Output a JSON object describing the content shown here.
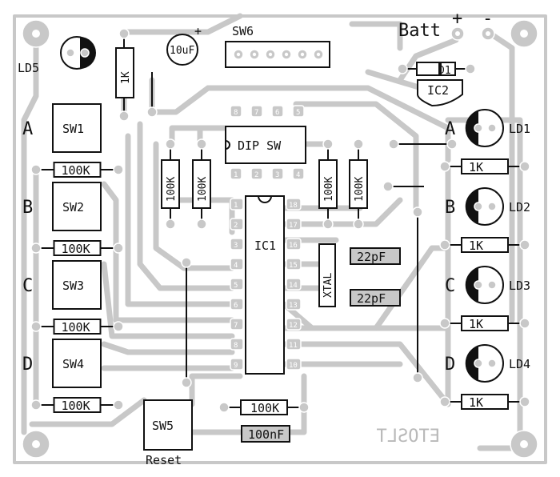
{
  "board": {
    "colors": {
      "background": "#ffffff",
      "copper": "#c8c8c8",
      "silkscreen": "#111111"
    },
    "batt": {
      "label": "Batt",
      "plus": "+",
      "minus": "-"
    },
    "ld5": "LD5",
    "r_ld5": "1K",
    "cap10": {
      "value": "10uF",
      "polarity": "+"
    },
    "sw6": "SW6",
    "d1": "D1",
    "ic2": "IC2",
    "dip": "DIP SW",
    "dip_pins_top": [
      "8",
      "7",
      "6",
      "5"
    ],
    "dip_pins_bottom": [
      "1",
      "2",
      "3",
      "4"
    ],
    "resistors_left": [
      "100K",
      "100K"
    ],
    "resistors_right": [
      "100K",
      "100K"
    ],
    "switches": [
      {
        "letter": "A",
        "name": "SW1",
        "res": "100K"
      },
      {
        "letter": "B",
        "name": "SW2",
        "res": "100K"
      },
      {
        "letter": "C",
        "name": "SW3",
        "res": "100K"
      },
      {
        "letter": "D",
        "name": "SW4",
        "res": "100K"
      }
    ],
    "leds": [
      {
        "letter": "A",
        "name": "LD1",
        "res": "1K"
      },
      {
        "letter": "B",
        "name": "LD2",
        "res": "1K"
      },
      {
        "letter": "C",
        "name": "LD3",
        "res": "1K"
      },
      {
        "letter": "D",
        "name": "LD4",
        "res": "1K"
      }
    ],
    "ic1": "IC1",
    "ic1_left_pins": [
      "1",
      "2",
      "3",
      "4",
      "5",
      "6",
      "7",
      "8",
      "9"
    ],
    "ic1_right_pins": [
      "18",
      "17",
      "16",
      "15",
      "14",
      "13",
      "12",
      "11",
      "10"
    ],
    "xtal": "XTAL",
    "cap22": [
      "22pF",
      "22pF"
    ],
    "sw5": {
      "name": "SW5",
      "caption": "Reset"
    },
    "r_bottom": "100K",
    "cap100n": "100nF",
    "board_code": "ETOSLT"
  }
}
